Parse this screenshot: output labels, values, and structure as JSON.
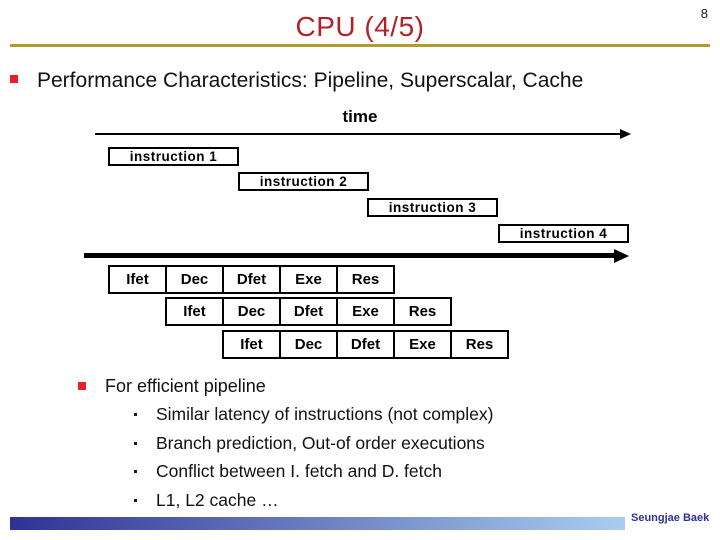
{
  "page_number": "8",
  "header": {
    "title": "CPU (4/5)"
  },
  "main_bullet": "Performance Characteristics: Pipeline, Superscalar, Cache",
  "diagram": {
    "time_label": "time",
    "instructions": [
      "instruction 1",
      "instruction 2",
      "instruction 3",
      "instruction 4"
    ],
    "pipeline_stages": [
      "Ifet",
      "Dec",
      "Dfet",
      "Exe",
      "Res"
    ]
  },
  "bullets": {
    "heading": "For efficient pipeline",
    "items": [
      "Similar latency of instructions (not complex)",
      "Branch prediction, Out-of order executions",
      "Conflict between I. fetch and D. fetch",
      "L1, L2 cache …"
    ]
  },
  "footer": {
    "author": "Seungjae Baek"
  },
  "colors": {
    "title": "#b12228",
    "rule": "#b49b2a",
    "bullet": "#e8202a",
    "footer_text": "#2f3193",
    "gradient_start": "#2f3293",
    "gradient_end": "#a9cdef"
  }
}
